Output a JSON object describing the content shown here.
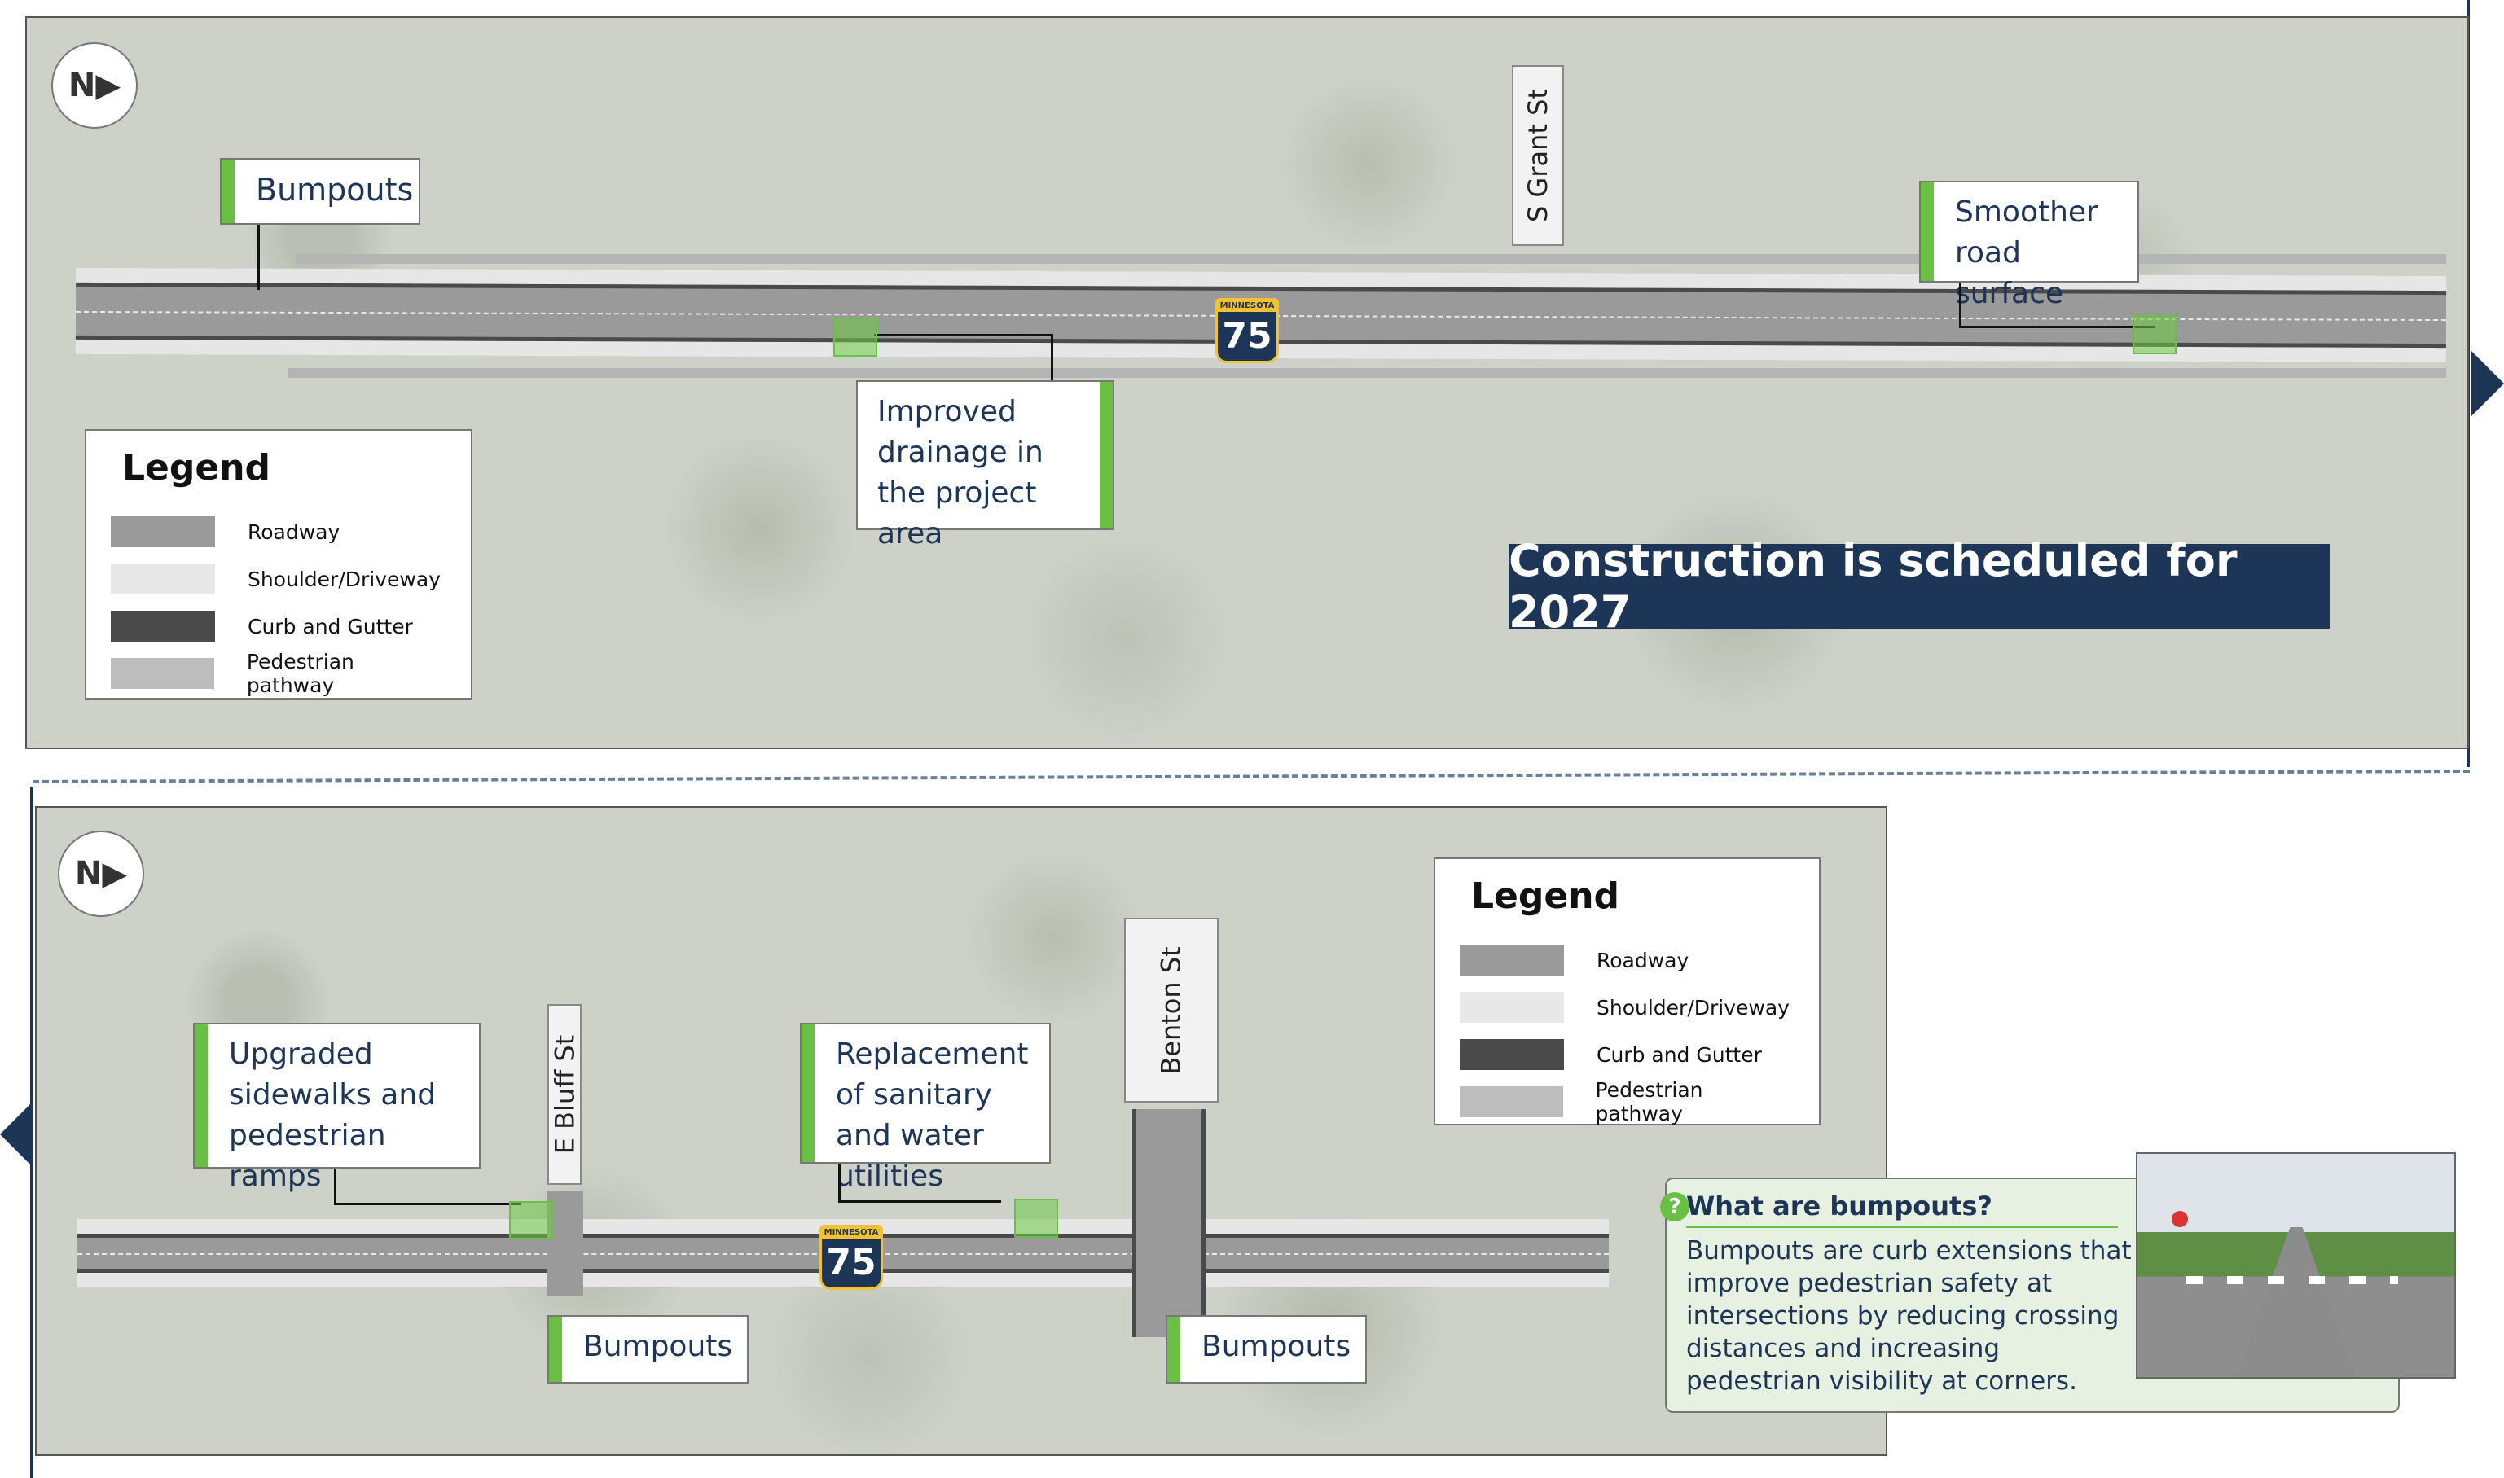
{
  "top_map": {
    "north_label": "N▶",
    "callouts": {
      "bumpouts": "Bumpouts",
      "smoother": "Smoother road surface",
      "drainage": "Improved drainage in the project area"
    },
    "street": "S Grant St",
    "shield": {
      "state": "MINNESOTA",
      "number": "75"
    },
    "banner": "Construction is scheduled for 2027",
    "legend": {
      "title": "Legend",
      "items": [
        {
          "label": "Roadway",
          "color": "#9a9a9a"
        },
        {
          "label": "Shoulder/Driveway",
          "color": "#e8e8e8"
        },
        {
          "label": "Curb and Gutter",
          "color": "#4a4a4a"
        },
        {
          "label": "Pedestrian pathway",
          "color": "#bdbdbd"
        }
      ]
    }
  },
  "bottom_map": {
    "north_label": "N▶",
    "callouts": {
      "sidewalks": "Upgraded sidewalks and pedestrian ramps",
      "utilities": "Replacement of sanitary and water utilities",
      "bumpouts_left": "Bumpouts",
      "bumpouts_right": "Bumpouts"
    },
    "streets": {
      "bluff": "E Bluff St",
      "benton": "Benton St"
    },
    "shield": {
      "state": "MINNESOTA",
      "number": "75"
    },
    "legend": {
      "title": "Legend",
      "items": [
        {
          "label": "Roadway",
          "color": "#9a9a9a"
        },
        {
          "label": "Shoulder/Driveway",
          "color": "#e8e8e8"
        },
        {
          "label": "Curb and Gutter",
          "color": "#4a4a4a"
        },
        {
          "label": "Pedestrian pathway",
          "color": "#bdbdbd"
        }
      ]
    }
  },
  "info_box": {
    "icon": "question-circle-icon",
    "title": "What are bumpouts?",
    "body": "Bumpouts are curb extensions that improve pedestrian safety at intersections by reducing crossing distances and increasing pedestrian visibility at corners."
  },
  "colors": {
    "navy": "#1d3557",
    "green": "#6abf45"
  }
}
